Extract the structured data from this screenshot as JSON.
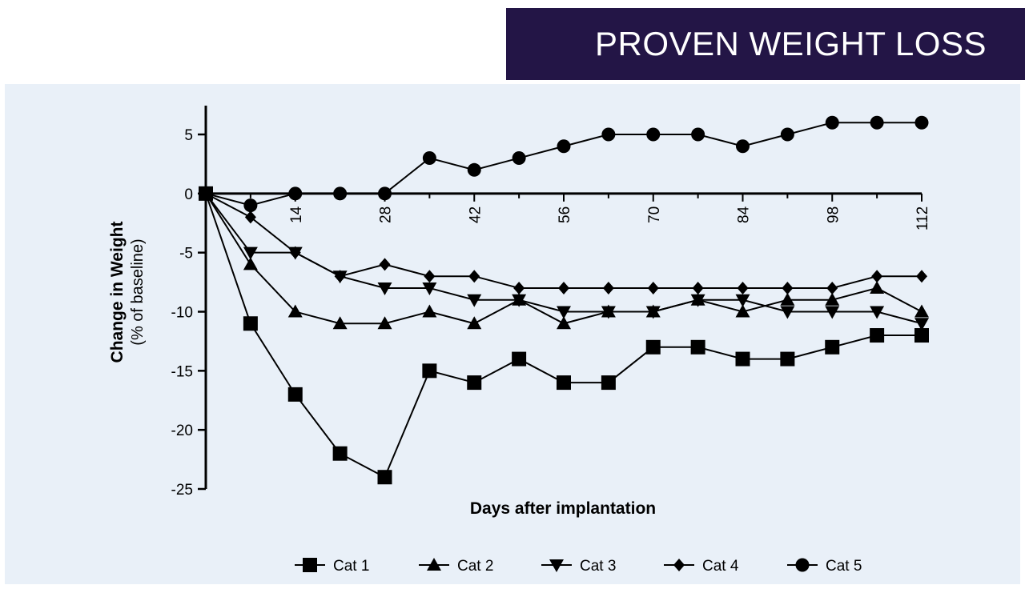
{
  "header": {
    "title": "PROVEN WEIGHT LOSS"
  },
  "colors": {
    "title_bg": "#231546",
    "panel_bg": "#e9f0f8",
    "ink": "#000000"
  },
  "chart_data": {
    "type": "line",
    "xlabel": "Days after implantation",
    "ylabel": "Change in Weight",
    "ylabel_sub": "(% of baseline)",
    "xlim": [
      0,
      112
    ],
    "ylim": [
      -25,
      8
    ],
    "xticks": [
      14,
      28,
      42,
      56,
      70,
      84,
      98,
      112
    ],
    "yticks": [
      5,
      0,
      -5,
      -10,
      -15,
      -20,
      -25
    ],
    "grid": false,
    "legend_position": "bottom",
    "x": [
      0,
      7,
      14,
      21,
      28,
      35,
      42,
      49,
      56,
      63,
      70,
      77,
      84,
      91,
      98,
      105,
      112
    ],
    "series": [
      {
        "name": "Cat 1",
        "marker": "square",
        "values": [
          0,
          -11,
          -17,
          -22,
          -24,
          -15,
          -16,
          -14,
          -16,
          -16,
          -13,
          -13,
          -14,
          -14,
          -13,
          -12,
          -12
        ]
      },
      {
        "name": "Cat 2",
        "marker": "triangle-up",
        "values": [
          0,
          -6,
          -10,
          -11,
          -11,
          -10,
          -11,
          -9,
          -11,
          -10,
          -10,
          -9,
          -10,
          -9,
          -9,
          -8,
          -10
        ]
      },
      {
        "name": "Cat 3",
        "marker": "triangle-down",
        "values": [
          0,
          -5,
          -5,
          -7,
          -8,
          -8,
          -9,
          -9,
          -10,
          -10,
          -10,
          -9,
          -9,
          -10,
          -10,
          -10,
          -11
        ]
      },
      {
        "name": "Cat 4",
        "marker": "diamond",
        "values": [
          0,
          -2,
          -5,
          -7,
          -6,
          -7,
          -7,
          -8,
          -8,
          -8,
          -8,
          -8,
          -8,
          -8,
          -8,
          -7,
          -7
        ]
      },
      {
        "name": "Cat 5",
        "marker": "circle",
        "values": [
          0,
          -1,
          0,
          0,
          0,
          3,
          2,
          3,
          4,
          5,
          5,
          5,
          4,
          5,
          6,
          6,
          6
        ]
      }
    ]
  }
}
